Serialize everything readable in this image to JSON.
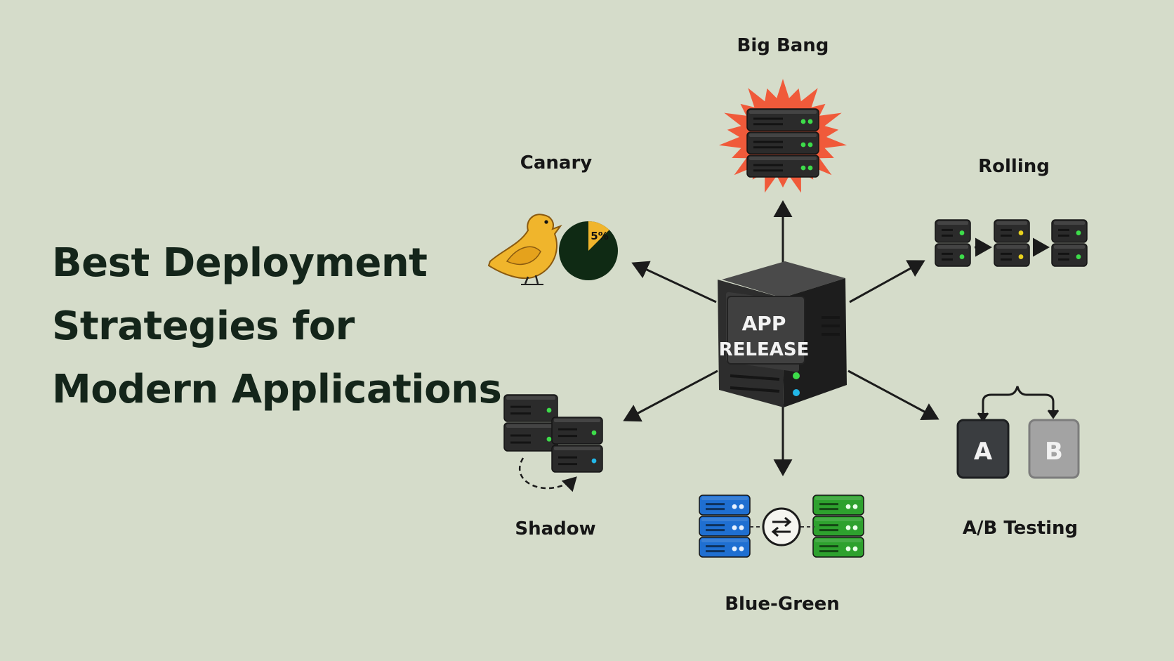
{
  "title": {
    "line1": "Best Deployment",
    "line2": "Strategies for",
    "line3": "Modern Applications"
  },
  "center": {
    "line1": "APP",
    "line2": "RELEASE"
  },
  "strategies": {
    "big_bang": "Big Bang",
    "canary": "Canary",
    "canary_percent": "5%",
    "rolling": "Rolling",
    "shadow": "Shadow",
    "blue_green": "Blue-Green",
    "ab_testing": "A/B Testing",
    "ab_a": "A",
    "ab_b": "B"
  },
  "canary_share": 0.05,
  "colors": {
    "background": "#d5dcca",
    "server_dark": "#2b2b2b",
    "burst": "#f05a3a",
    "canary_bird": "#f0b52c",
    "pie_dark": "#0f2a14",
    "pie_slice": "#f0b52c",
    "status_green": "#3ddc4a",
    "status_cyan": "#22b7e8",
    "status_yellow": "#e8d21e",
    "blue_server": "#1f6fd1",
    "green_server": "#2ea12e"
  }
}
